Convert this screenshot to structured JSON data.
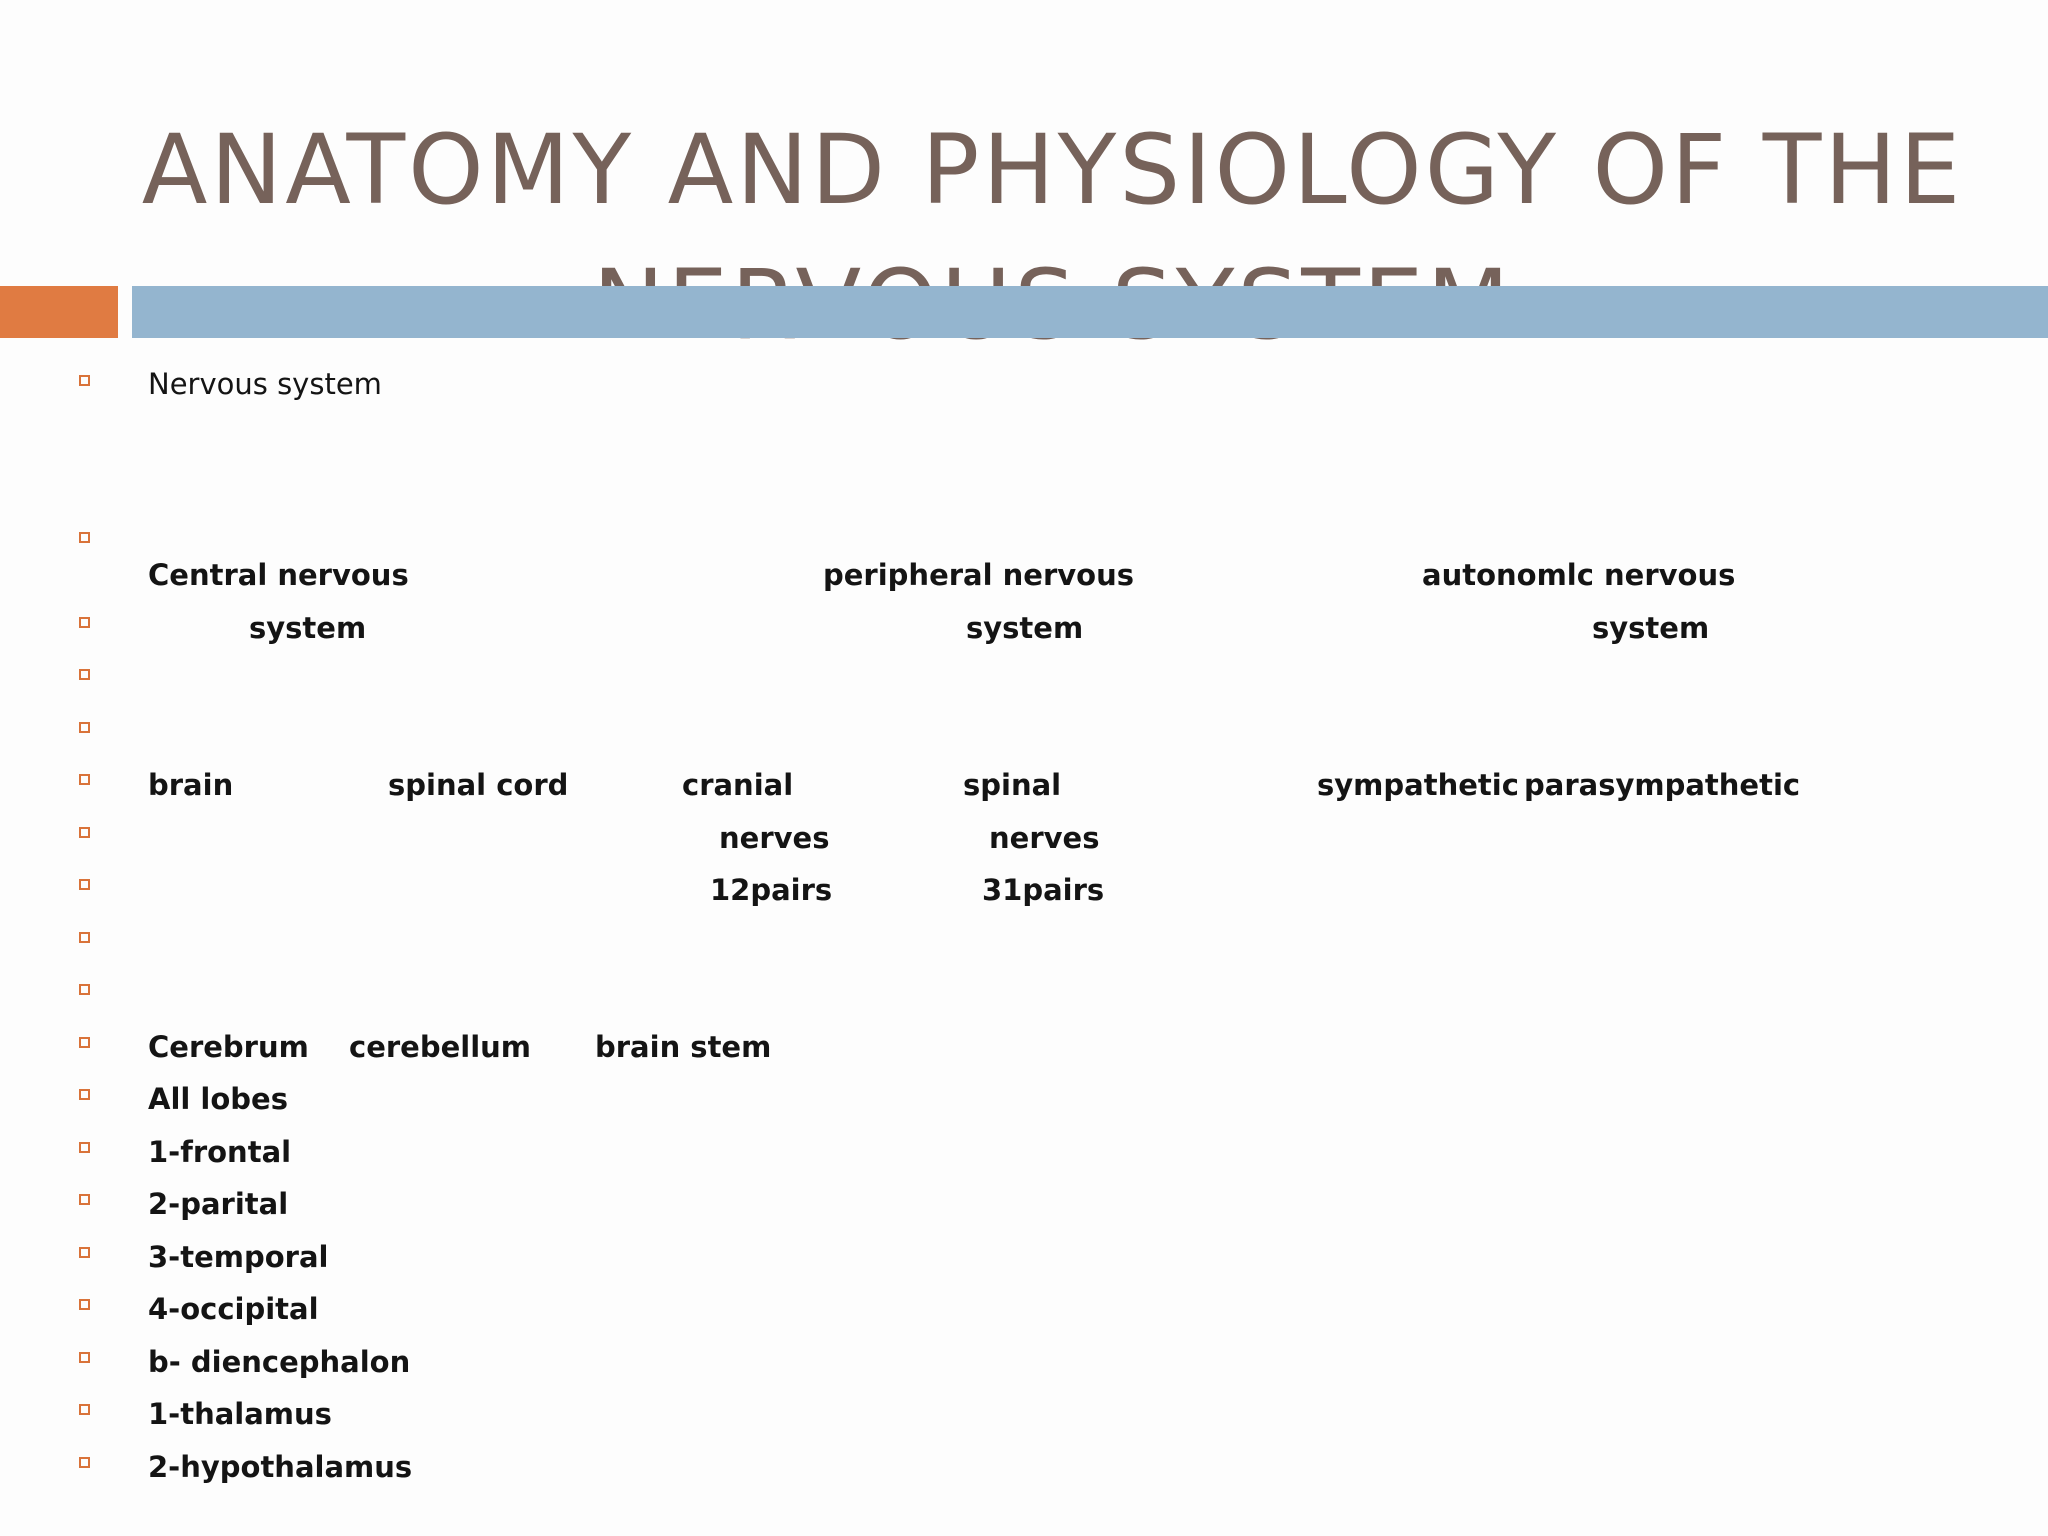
{
  "title": {
    "line1": "ANATOMY AND PHYSIOLOGY OF THE",
    "line2": "NERVOUS SYSTEM"
  },
  "colors": {
    "title": "#76625a",
    "accent_orange": "#e07b42",
    "accent_blue": "#94b5cf",
    "bullet": "#d9733a"
  },
  "body": {
    "intro": "Nervous system",
    "divisions": {
      "central": [
        "Central nervous",
        "system"
      ],
      "peripheral": [
        "peripheral nervous",
        "system"
      ],
      "autonomic": [
        "autonomlc nervous",
        "system"
      ]
    },
    "subdivisions": {
      "brain": "brain",
      "spinal_cord": "spinal cord",
      "cranial": [
        "cranial",
        "nerves",
        "12pairs"
      ],
      "spinal": [
        "spinal",
        "nerves",
        "31pairs"
      ],
      "sympathetic": "sympathetic",
      "parasympathetic": "parasympathetic"
    },
    "brain_parts": {
      "cerebrum": "Cerebrum",
      "cerebellum": "cerebellum",
      "brain_stem": "brain stem"
    },
    "list": [
      "All lobes",
      "1-frontal",
      "2-parital",
      "3-temporal",
      "4-occipital",
      "b- diencephalon",
      "1-thalamus",
      "2-hypothalamus"
    ]
  }
}
